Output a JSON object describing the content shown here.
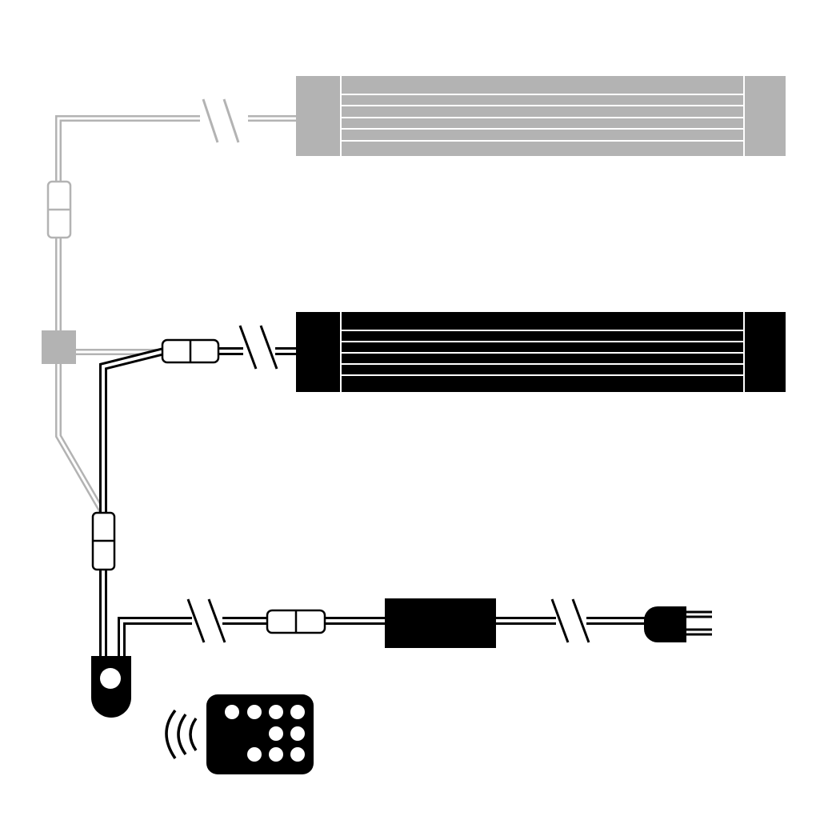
{
  "colors": {
    "inactive": "#b3b3b3",
    "active": "#000000",
    "background": "#ffffff"
  },
  "components": [
    {
      "name": "led-light-bar",
      "state": "inactive"
    },
    {
      "name": "led-light-bar",
      "state": "active"
    },
    {
      "name": "splitter-box",
      "state": "inactive"
    },
    {
      "name": "ir-sensor",
      "state": "active"
    },
    {
      "name": "power-adapter",
      "state": "active"
    },
    {
      "name": "power-plug",
      "state": "active"
    },
    {
      "name": "remote-control",
      "state": "active",
      "button_count": 9
    }
  ]
}
